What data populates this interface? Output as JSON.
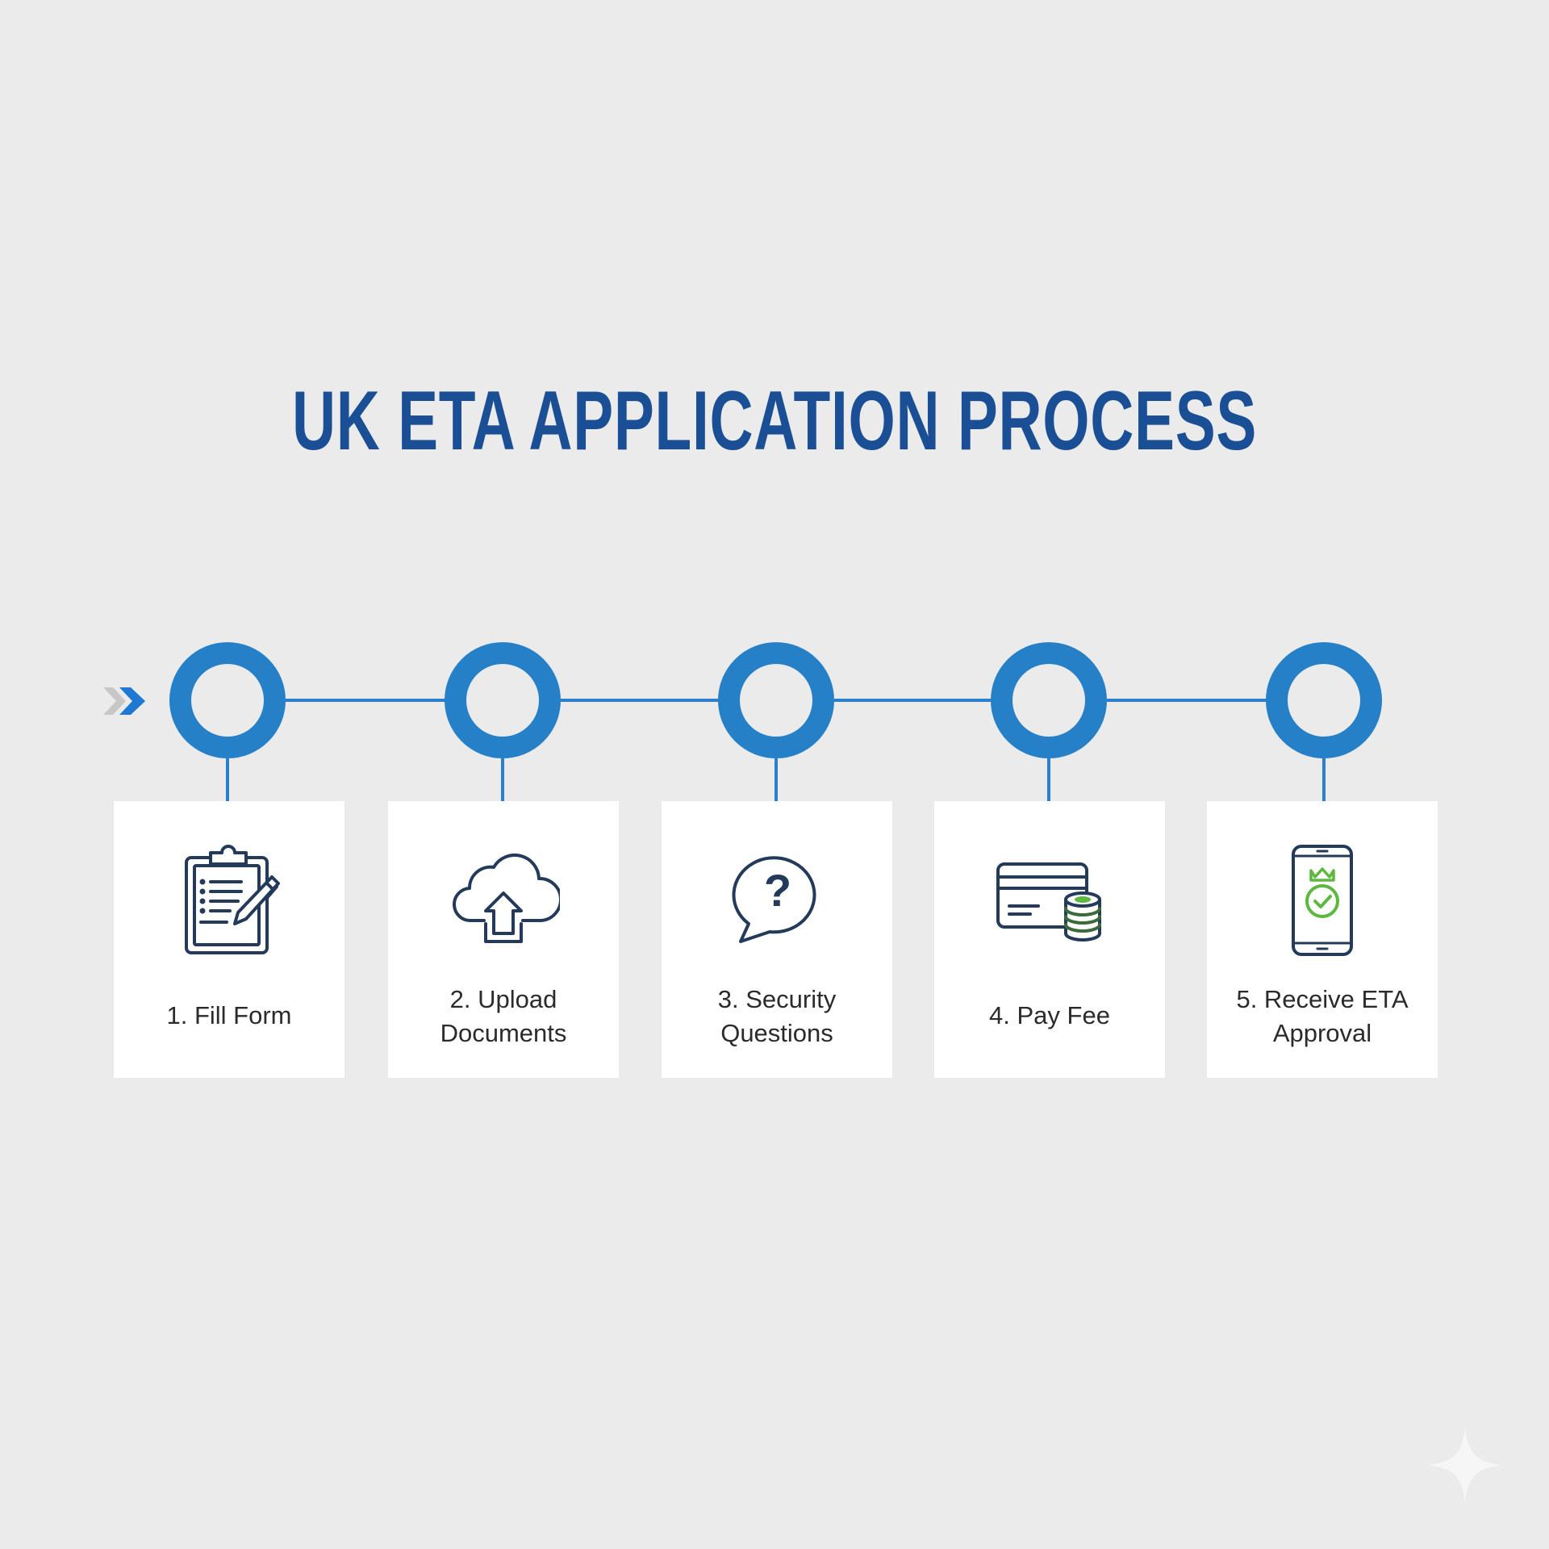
{
  "title": "UK ETA APPLICATION PROCESS",
  "colors": {
    "background": "#ebebeb",
    "title": "#1a4f96",
    "accent_blue": "#2680c8",
    "icon_stroke": "#243a5a",
    "icon_green": "#5cb83f",
    "card_bg": "#ffffff",
    "label_text": "#2b2b2b"
  },
  "start_marker": {
    "icon": "double-chevron-right-icon"
  },
  "steps": [
    {
      "number": 1,
      "label_line1": "1. Fill Form",
      "label_line2": "",
      "icon": "clipboard-pen-icon"
    },
    {
      "number": 2,
      "label_line1": "2. Upload",
      "label_line2": "Documents",
      "icon": "cloud-upload-icon"
    },
    {
      "number": 3,
      "label_line1": "3. Security",
      "label_line2": "Questions",
      "icon": "question-speech-bubble-icon"
    },
    {
      "number": 4,
      "label_line1": "4. Pay Fee",
      "label_line2": "",
      "icon": "credit-card-coins-icon"
    },
    {
      "number": 5,
      "label_line1": "5. Receive ETA",
      "label_line2": "Approval",
      "icon": "phone-approval-check-icon"
    }
  ],
  "watermark": {
    "icon": "sparkle-icon"
  }
}
